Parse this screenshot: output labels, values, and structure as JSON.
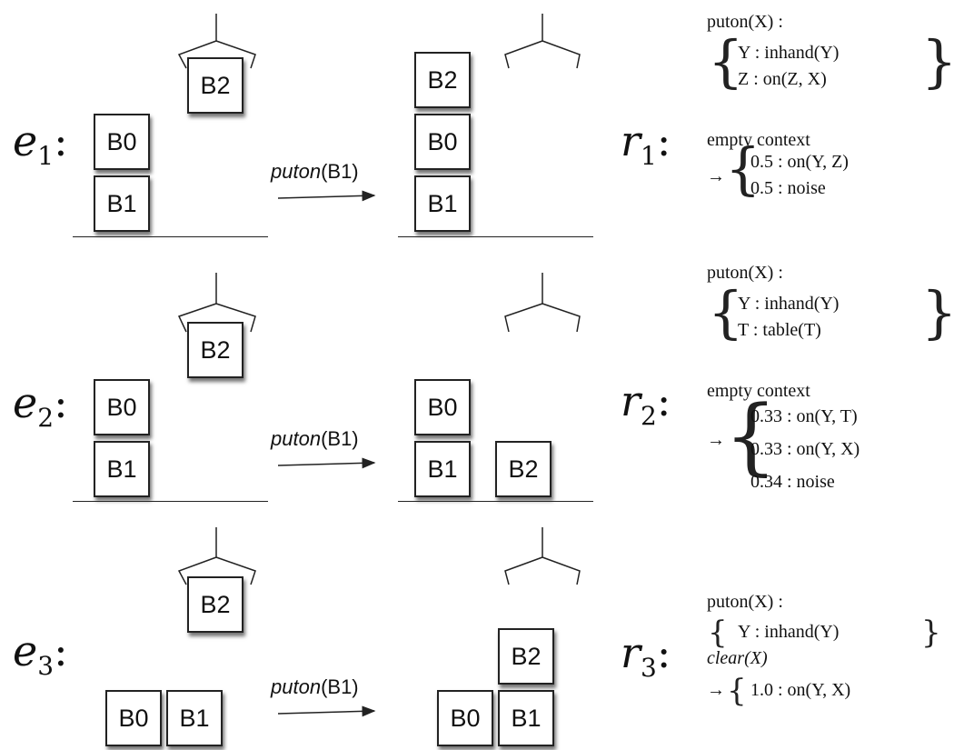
{
  "episodes": [
    {
      "label_var": "e",
      "label_idx": "1",
      "action_name": "puton",
      "action_arg": "(B1)",
      "before": {
        "table": [
          "B1",
          "B0"
        ],
        "held": "B2"
      },
      "after": {
        "stacks": [
          [
            "B1",
            "B0",
            "B2"
          ]
        ],
        "held": null
      }
    },
    {
      "label_var": "e",
      "label_idx": "2",
      "action_name": "puton",
      "action_arg": "(B1)",
      "before": {
        "table": [
          "B1",
          "B0"
        ],
        "held": "B2"
      },
      "after": {
        "stacks": [
          [
            "B1",
            "B0"
          ],
          [
            "B2"
          ]
        ],
        "held": null
      }
    },
    {
      "label_var": "e",
      "label_idx": "3",
      "action_name": "puton",
      "action_arg": "(B1)",
      "before": {
        "table": [
          "B0",
          "B1"
        ],
        "held": "B2"
      },
      "after": {
        "stacks": [
          [
            "B0"
          ],
          [
            "B1",
            "B2"
          ]
        ],
        "held": null
      }
    }
  ],
  "rules": [
    {
      "label_var": "r",
      "label_idx": "1",
      "head": "puton(X) :",
      "deictic": [
        "Y :  inhand(Y)",
        "Z :  on(Z, X)"
      ],
      "context": "empty context",
      "outcomes": [
        "0.5 : on(Y, Z)",
        "0.5 : noise"
      ]
    },
    {
      "label_var": "r",
      "label_idx": "2",
      "head": "puton(X) :",
      "deictic": [
        "Y :  inhand(Y)",
        "T :  table(T)"
      ],
      "context": "empty context",
      "outcomes": [
        "0.33 : on(Y, T)",
        "0.33 : on(Y, X)",
        "0.34 : noise"
      ]
    },
    {
      "label_var": "r",
      "label_idx": "3",
      "head": "puton(X) :",
      "deictic": [
        "Y :  inhand(Y)"
      ],
      "context": "clear(X)",
      "outcomes": [
        "1.0 : on(Y, X)"
      ]
    }
  ],
  "blocks": {
    "e1_before_b1": "B1",
    "e1_before_b0": "B0",
    "e1_held": "B2",
    "e1_after_b1": "B1",
    "e1_after_b0": "B0",
    "e1_after_b2": "B2",
    "e2_before_b1": "B1",
    "e2_before_b0": "B0",
    "e2_held": "B2",
    "e2_after_b1": "B1",
    "e2_after_b0": "B0",
    "e2_after_b2": "B2",
    "e3_before_b0": "B0",
    "e3_before_b1": "B1",
    "e3_held": "B2",
    "e3_after_b0": "B0",
    "e3_after_b1": "B1",
    "e3_after_b2": "B2"
  }
}
